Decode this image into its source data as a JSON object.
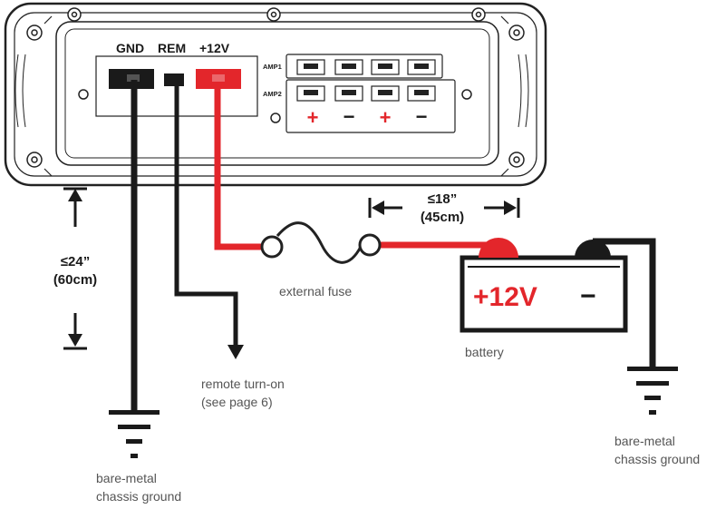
{
  "amplifier": {
    "terminals": {
      "gnd": "GND",
      "rem": "REM",
      "pos12v": "+12V"
    },
    "channels": {
      "amp1": "AMP1",
      "amp2": "AMP2"
    },
    "polarity": [
      "+",
      "−",
      "+",
      "−"
    ]
  },
  "dimensions": {
    "amp_to_ground": {
      "value": "≤24”",
      "metric": "(60cm)"
    },
    "fuse_to_battery": {
      "value": "≤18”",
      "metric": "(45cm)"
    }
  },
  "labels": {
    "external_fuse": "external fuse",
    "remote_line1": "remote turn-on",
    "remote_line2": "(see page 6)",
    "battery": "battery",
    "ground_left_line1": "bare-metal",
    "ground_left_line2": "chassis ground",
    "ground_right_line1": "bare-metal",
    "ground_right_line2": "chassis ground"
  },
  "battery": {
    "positive": "+12V",
    "negative": "−"
  },
  "colors": {
    "positive_wire": "#e3262b",
    "ground_wire": "#1a1a1a",
    "remote_wire": "#1a1a1a",
    "outline": "#222222"
  }
}
